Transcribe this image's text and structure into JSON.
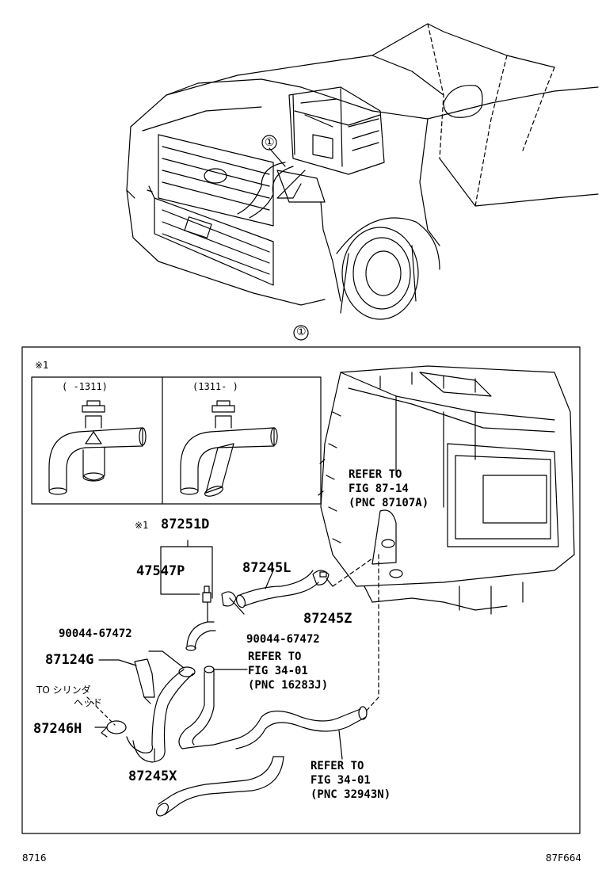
{
  "callout_top": "①",
  "callout_frame": "①",
  "inset": {
    "marker": "※1",
    "left_caption": "(      -1311)",
    "right_caption": "(1311-      )"
  },
  "parts": {
    "p87251D": "87251D",
    "p87251D_marker": "※1",
    "p47547P": "47547P",
    "p87245L": "87245L",
    "p87245Z": "87245Z",
    "p90044_a": "90044-67472",
    "p90044_b": "90044-67472",
    "p87124G": "87124G",
    "p87246H": "87246H",
    "p87245X": "87245X"
  },
  "notes": {
    "to_cyl_1": "TO シリンダ",
    "to_cyl_2": "ヘッド",
    "ref1": [
      "REFER TO",
      "FIG 87-14",
      "(PNC 87107A)"
    ],
    "ref2": [
      "REFER TO",
      "FIG 34-01",
      "(PNC 16283J)"
    ],
    "ref3": [
      "REFER TO",
      "FIG 34-01",
      "(PNC 32943N)"
    ]
  },
  "footer": {
    "left_code": "8716",
    "right_code": "87F664"
  }
}
